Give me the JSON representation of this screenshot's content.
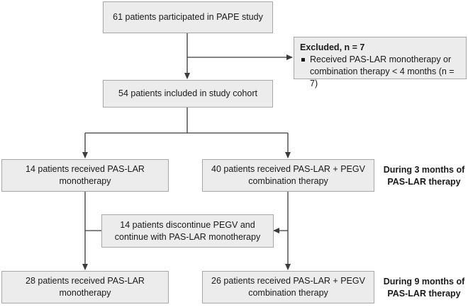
{
  "boxes": {
    "participated": "61 patients participated in PAPE study",
    "excluded_title": "Excluded, n = 7",
    "excluded_item": "Received PAS-LAR monotherapy or combination therapy < 4 months (n = 7)",
    "cohort": "54 patients included in study cohort",
    "mono_3m": "14 patients received PAS-LAR monotherapy",
    "combo_3m": "40 patients received PAS-LAR + PEGV combination therapy",
    "discontinue": "14 patients discontinue PEGV and continue with PAS-LAR monotherapy",
    "mono_9m": "28 patients received PAS-LAR monotherapy",
    "combo_9m": "26 patients received PAS-LAR + PEGV combination therapy"
  },
  "labels": {
    "during_3m": "During 3 months of PAS-LAR therapy",
    "during_9m": "During 9 months of PAS-LAR therapy"
  }
}
